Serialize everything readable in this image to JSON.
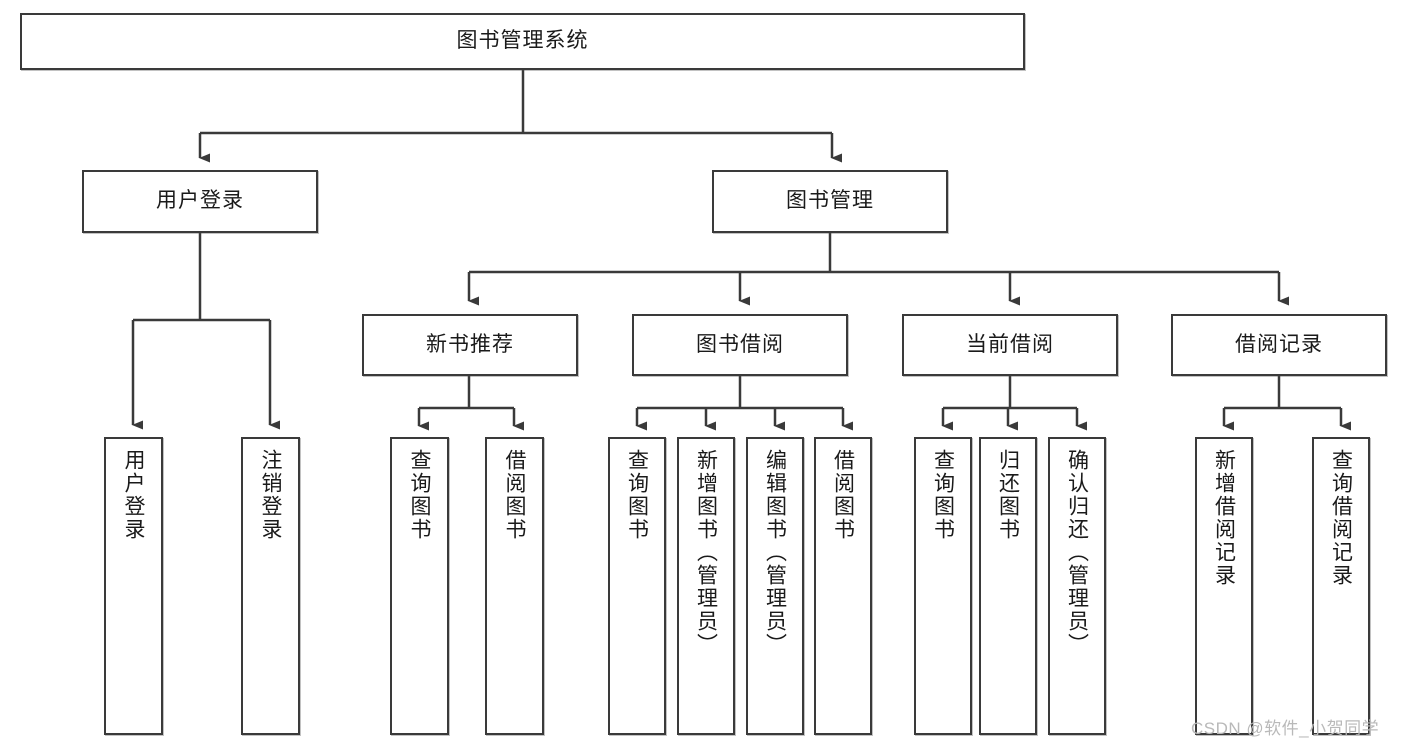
{
  "diagram": {
    "type": "tree-hierarchy-diagram",
    "title": "图书管理系统",
    "watermark": "CSDN @软件_小贺同学",
    "colors": {
      "box_border": "#3a3a3a",
      "box_fill": "#ffffff",
      "edge": "#3a3a3a",
      "text": "#1a1a1a",
      "watermark": "#b9b9b9"
    },
    "nodes": {
      "root": {
        "label": "图书管理系统"
      },
      "level2": [
        {
          "id": "user-login",
          "label": "用户登录"
        },
        {
          "id": "book-manage",
          "label": "图书管理"
        }
      ],
      "level3": [
        {
          "id": "new-book-recommend",
          "label": "新书推荐"
        },
        {
          "id": "book-borrow",
          "label": "图书借阅"
        },
        {
          "id": "current-borrow",
          "label": "当前借阅"
        },
        {
          "id": "borrow-record",
          "label": "借阅记录"
        }
      ],
      "leaves": {
        "user-login": [
          {
            "id": "leaf-user-login",
            "label": "用户登录"
          },
          {
            "id": "leaf-user-logout",
            "label": "注销登录"
          }
        ],
        "new-book-recommend": [
          {
            "id": "leaf-query-book-1",
            "label": "查询图书"
          },
          {
            "id": "leaf-borrow-book-1",
            "label": "借阅图书"
          }
        ],
        "book-borrow": [
          {
            "id": "leaf-query-book-2",
            "label": "查询图书"
          },
          {
            "id": "leaf-add-book-admin",
            "label": "新增图书（管理员）"
          },
          {
            "id": "leaf-edit-book-admin",
            "label": "编辑图书（管理员）"
          },
          {
            "id": "leaf-borrow-book-2",
            "label": "借阅图书"
          }
        ],
        "current-borrow": [
          {
            "id": "leaf-query-book-3",
            "label": "查询图书"
          },
          {
            "id": "leaf-return-book",
            "label": "归还图书"
          },
          {
            "id": "leaf-confirm-return-admin",
            "label": "确认归还（管理员）"
          }
        ],
        "borrow-record": [
          {
            "id": "leaf-add-borrow-record",
            "label": "新增借阅记录"
          },
          {
            "id": "leaf-query-borrow-record",
            "label": "查询借阅记录"
          }
        ]
      }
    }
  }
}
